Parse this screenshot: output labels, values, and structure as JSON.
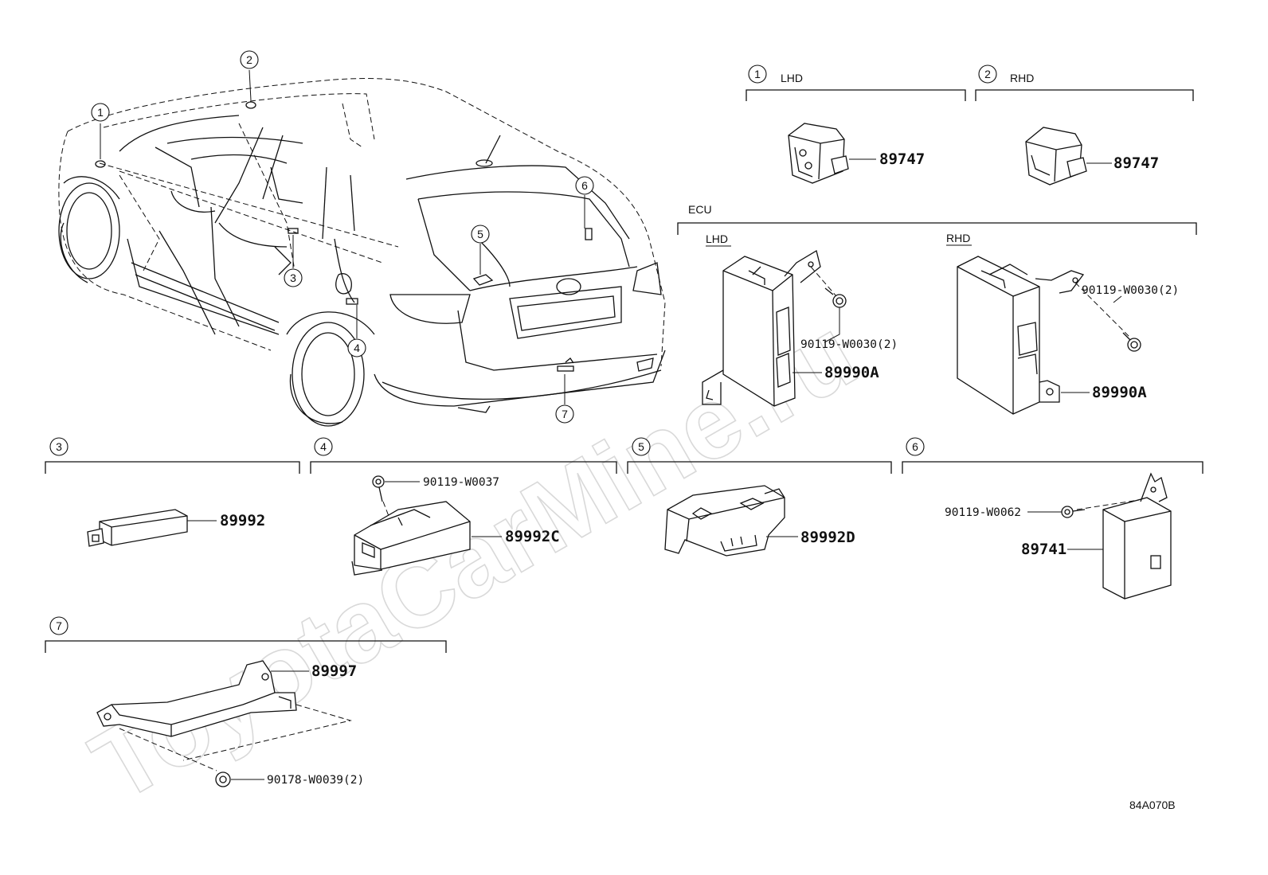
{
  "watermark": "ToyotaCarMine.ru",
  "diagram_code": "84A070B",
  "car_callouts": [
    "1",
    "2",
    "3",
    "4",
    "5",
    "6",
    "7"
  ],
  "sections": {
    "s1": {
      "number": "1",
      "label": "LHD",
      "part": "89747"
    },
    "s2": {
      "number": "2",
      "label": "RHD",
      "part": "89747"
    },
    "ecu": {
      "label": "ECU",
      "lhd": {
        "label": "LHD",
        "part": "89990A",
        "fastener": "90119-W0030(2)"
      },
      "rhd": {
        "label": "RHD",
        "part": "89990A",
        "fastener": "90119-W0030(2)"
      }
    },
    "s3": {
      "number": "3",
      "part": "89992"
    },
    "s4": {
      "number": "4",
      "part": "89992C",
      "fastener": "90119-W0037"
    },
    "s5": {
      "number": "5",
      "part": "89992D"
    },
    "s6": {
      "number": "6",
      "part": "89741",
      "fastener": "90119-W0062"
    },
    "s7": {
      "number": "7",
      "part": "89997",
      "fastener": "90178-W0039(2)"
    }
  }
}
